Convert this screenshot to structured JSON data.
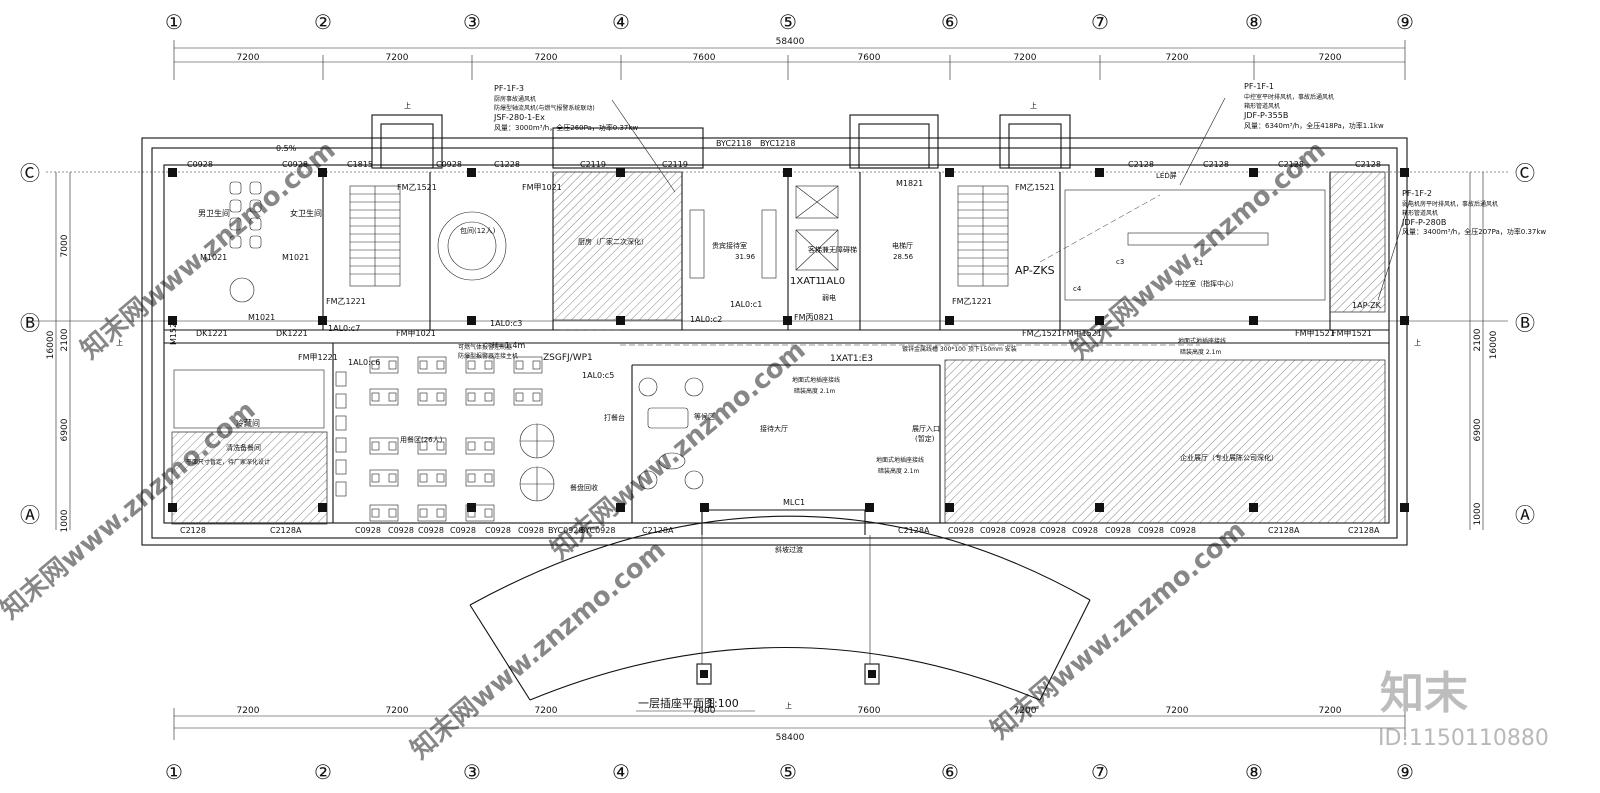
{
  "axes_top": [
    "①",
    "②",
    "③",
    "④",
    "⑤",
    "⑥",
    "⑦",
    "⑧",
    "⑨"
  ],
  "axes_side": [
    "Ⓒ",
    "Ⓑ",
    "Ⓐ"
  ],
  "dims": {
    "total": "58400",
    "bay_top": [
      "7200",
      "7200",
      "7200",
      "7600",
      "7600",
      "7200",
      "7200",
      "7200"
    ],
    "bay_bottom": [
      "7200",
      "7200",
      "7200",
      "7600",
      "7600",
      "7200",
      "7200",
      "7200"
    ],
    "left_vertical": [
      "7000",
      "2100",
      "6900",
      "1000"
    ],
    "left_total": "16000",
    "right_vertical": [
      "2100",
      "6900",
      "1000"
    ],
    "right_total": "16000"
  },
  "windows_top": [
    "C0928",
    "C0928",
    "C1815",
    "C0928",
    "C1228",
    "C2119",
    "C2119",
    "C2128",
    "C2128",
    "C2128",
    "C2128"
  ],
  "windows_bottom": [
    "C2128",
    "C2128A",
    "C0928",
    "C0928",
    "C0928",
    "C0928",
    "C0928",
    "C0928",
    "BYC0928",
    "BYC0928",
    "C2128A",
    "C2128A",
    "C0928",
    "C0928",
    "C0928",
    "C0928",
    "C0928",
    "C0928",
    "C0928",
    "C0928",
    "C2128A",
    "C2128A"
  ],
  "top_openings": [
    "BYC2118",
    "BYC1218"
  ],
  "rooms": {
    "male_wc": "男卫生间",
    "female_wc": "女卫生间",
    "private_dining": "包间(12人)",
    "kitchen": "厨房（厂家二次深化）",
    "vip_reception": "贵宾接待室",
    "vip_area": "31.96",
    "barrier_free": "客梯兼无障碍梯",
    "elevator_hall": "电梯厅",
    "elevator_area": "28.56",
    "control_room": "中控室（指挥中心）",
    "cold_room": "冷藏间",
    "prep_room": "清洗备餐间",
    "dining_hall": "用餐区(26人)",
    "waiting": "等候区",
    "lobby": "接待大厅",
    "exhibit_entry": "展厅入口",
    "exhibit_entry_note": "(暂定)",
    "exhibit_hall": "企业展厅（专业展陈公司深化）",
    "serve_counter": "打餐台",
    "meal_collect": "餐盘回收",
    "weak_elec": "弱电",
    "ramp": "斜坡过渡"
  },
  "doors": [
    "M1021",
    "M1021",
    "M1021",
    "FM乙1521",
    "FM乙1221",
    "DK1221",
    "DK1221",
    "FM甲1021",
    "FM甲1021",
    "FM甲1221",
    "M1821",
    "FM乙1521",
    "FM乙1221",
    "FM乙1521",
    "FM甲1521",
    "FM甲1521",
    "FM甲1521",
    "FM丙0821",
    "MLC1",
    "M1521"
  ],
  "panels": [
    "1AL0:c7",
    "1AL0:c3",
    "1AL0:c6",
    "1AL0:c5",
    "1AL0:c1",
    "1AL0:c2",
    "1XAT1",
    "1AL0",
    "1XAT1:E3",
    "AP-ZKS",
    "ZSGFJ/WP1",
    "1AP-ZK",
    "c1",
    "c3",
    "c4"
  ],
  "annotations": {
    "fan_left_tag": "PF-1F-3",
    "fan_left_line1": "厨房事故通风机",
    "fan_left_line2": "防爆型轴流风机(与燃气报警系统联动)",
    "fan_left_model": "JSF-280-1-Ex",
    "fan_left_spec": "风量：3000m³/h，全压260Pa，功率0.37kw",
    "fan_right_tag": "PF-1F-1",
    "fan_right_line1": "中控室平时排风机，事故后通风机",
    "fan_right_line2": "箱形管道风机",
    "fan_right_model": "JDF-P-355B",
    "fan_right_spec": "风量：6340m³/h，全压418Pa，功率1.1kw",
    "fan_far_tag": "PF-1F-2",
    "fan_far_line1": "弱电机房平时排风机，事故后通风机",
    "fan_far_line2": "箱形管道风机",
    "fan_far_model": "JDF-P-280B",
    "fan_far_spec": "风量：3400m³/h，全压207Pa，功率0.37kw",
    "led": "LED屏",
    "trunking": "镀锌金属线槽 300*100  顶下150mm  安装",
    "floor_box1": "地面式地插座接线",
    "floor_box1_h": "暗装高度  2.1m",
    "floor_box2": "地面式地插座接线",
    "floor_box2_h": "暗装高度  2.1m",
    "floor_box3": "地面式地插座接线",
    "floor_box3_h": "暗装高度  2.1m",
    "gas_alarm": "可燃气体报警控制器",
    "gas_alarm2": "防爆型报警器连接主机",
    "h14": "H=1.4m",
    "slope": "0.5%",
    "up": "上",
    "kitchen_note": "平面尺寸暂定，待厂家深化设计"
  },
  "title": "一层插座平面图",
  "scale": "1:100",
  "watermark": {
    "brand": "知末",
    "id": "ID:1150110880",
    "repeat": "知末网www.znzmo.com"
  }
}
